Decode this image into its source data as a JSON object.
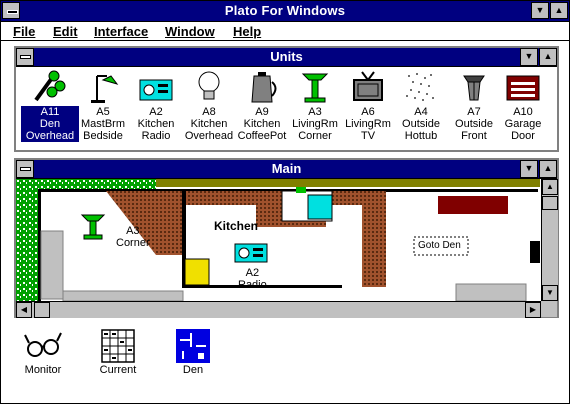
{
  "app": {
    "title": "Plato For Windows"
  },
  "menu": [
    {
      "label": "File"
    },
    {
      "label": "Edit"
    },
    {
      "label": "Interface"
    },
    {
      "label": "Window"
    },
    {
      "label": "Help"
    }
  ],
  "units_window": {
    "title": "Units",
    "units": [
      {
        "id": "A11",
        "line1": "Den",
        "line2": "Overhead",
        "icon": "lamp-overhead-icon",
        "selected": true
      },
      {
        "id": "A5",
        "line1": "MastBrm",
        "line2": "Bedside",
        "icon": "desk-lamp-icon"
      },
      {
        "id": "A2",
        "line1": "Kitchen",
        "line2": "Radio",
        "icon": "radio-icon"
      },
      {
        "id": "A8",
        "line1": "Kitchen",
        "line2": "Overhead",
        "icon": "light-bulb-icon"
      },
      {
        "id": "A9",
        "line1": "Kitchen",
        "line2": "CoffeePot",
        "icon": "coffee-pot-icon"
      },
      {
        "id": "A3",
        "line1": "LivingRm",
        "line2": "Corner",
        "icon": "floor-lamp-icon"
      },
      {
        "id": "A6",
        "line1": "LivingRm",
        "line2": "TV",
        "icon": "tv-icon"
      },
      {
        "id": "A4",
        "line1": "Outside",
        "line2": "Hottub",
        "icon": "hottub-icon"
      },
      {
        "id": "A7",
        "line1": "Outside",
        "line2": "Front",
        "icon": "porch-light-icon"
      },
      {
        "id": "A10",
        "line1": "Garage",
        "line2": "Door",
        "icon": "garage-door-icon"
      }
    ]
  },
  "main_window": {
    "title": "Main",
    "kitchen_label": "Kitchen",
    "goto_label": "Goto Den",
    "corner_unit": {
      "id": "A3",
      "name": "Corner"
    },
    "radio_unit": {
      "id": "A2",
      "name": "Radio"
    }
  },
  "desktop_icons": [
    {
      "label": "Monitor",
      "icon": "glasses-icon"
    },
    {
      "label": "Current",
      "icon": "grid-icon"
    },
    {
      "label": "Den",
      "icon": "floorplan-icon"
    }
  ],
  "colors": {
    "title_bar": "#000080",
    "cyan": "#00e0e0",
    "green": "#00c000",
    "brick": "#a0522d"
  }
}
